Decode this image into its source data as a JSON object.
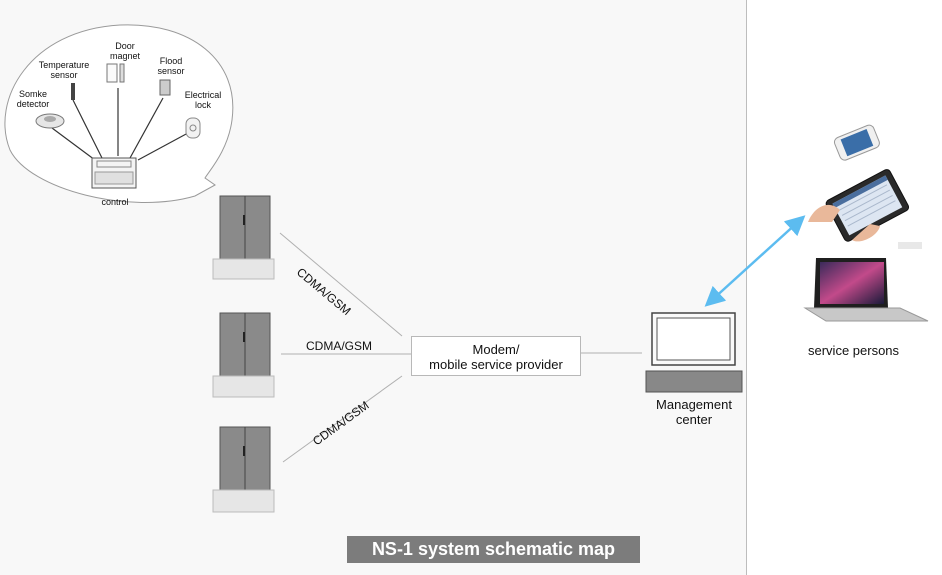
{
  "title": "NS-1 system schematic map",
  "sensors": {
    "smoke": "Somke\ndetector",
    "temperature": "Temperature\nsensor",
    "door": "Door\nmagnet",
    "flood": "Flood\nsensor",
    "lock": "Electrical\nlock",
    "control": "control"
  },
  "links": {
    "top": "CDMA/GSM",
    "middle": "CDMA/GSM",
    "bottom": "CDMA/GSM"
  },
  "modem": {
    "line1": "Modem/",
    "line2": "mobile service provider"
  },
  "management": {
    "line1": "Management",
    "line2": "center"
  },
  "service": "service persons",
  "colors": {
    "cabinet": "#8a8a8a",
    "arrow": "#5cbcf0",
    "title_bg": "#7c7c7c"
  }
}
